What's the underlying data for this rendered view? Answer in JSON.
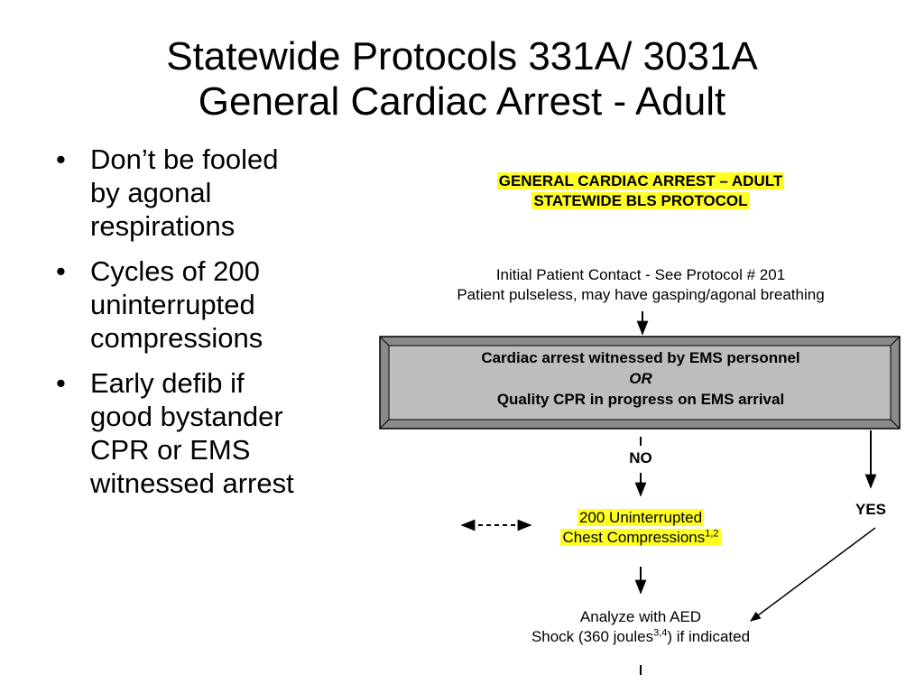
{
  "title": {
    "line1": "Statewide Protocols 331A/ 3031A",
    "line2": "General Cardiac Arrest - Adult"
  },
  "bullets": [
    {
      "lines": [
        "Don’t be fooled",
        "by agonal",
        "respirations"
      ]
    },
    {
      "lines": [
        "Cycles of 200",
        "uninterrupted",
        "compressions"
      ]
    },
    {
      "lines": [
        "Early defib if",
        "good bystander",
        "CPR or EMS",
        "witnessed arrest"
      ]
    }
  ],
  "flowchart": {
    "header_line1": "GENERAL CARDIAC ARREST – ADULT",
    "header_line2": "STATEWIDE BLS PROTOCOL",
    "contact_line1": "Initial Patient Contact - See Protocol # 201",
    "contact_line2": "Patient pulseless, may have gasping/agonal breathing",
    "box_line1": "Cardiac arrest witnessed by EMS personnel",
    "box_or": "OR",
    "box_line2": "Quality CPR in progress on EMS arrival",
    "no_label": "NO",
    "yes_label": "YES",
    "compressions_line1": "200 Uninterrupted",
    "compressions_line2": "Chest Compressions",
    "compressions_sup": "1,2",
    "analyze_line1": "Analyze with AED",
    "analyze_line2_pre": "Shock (360 joules",
    "analyze_sup": "3,4",
    "analyze_line2_post": ") if indicated",
    "colors": {
      "highlight": "#ffff24",
      "box_fill": "#bdbdbd",
      "box_bevel": "#8a8a8a"
    }
  }
}
